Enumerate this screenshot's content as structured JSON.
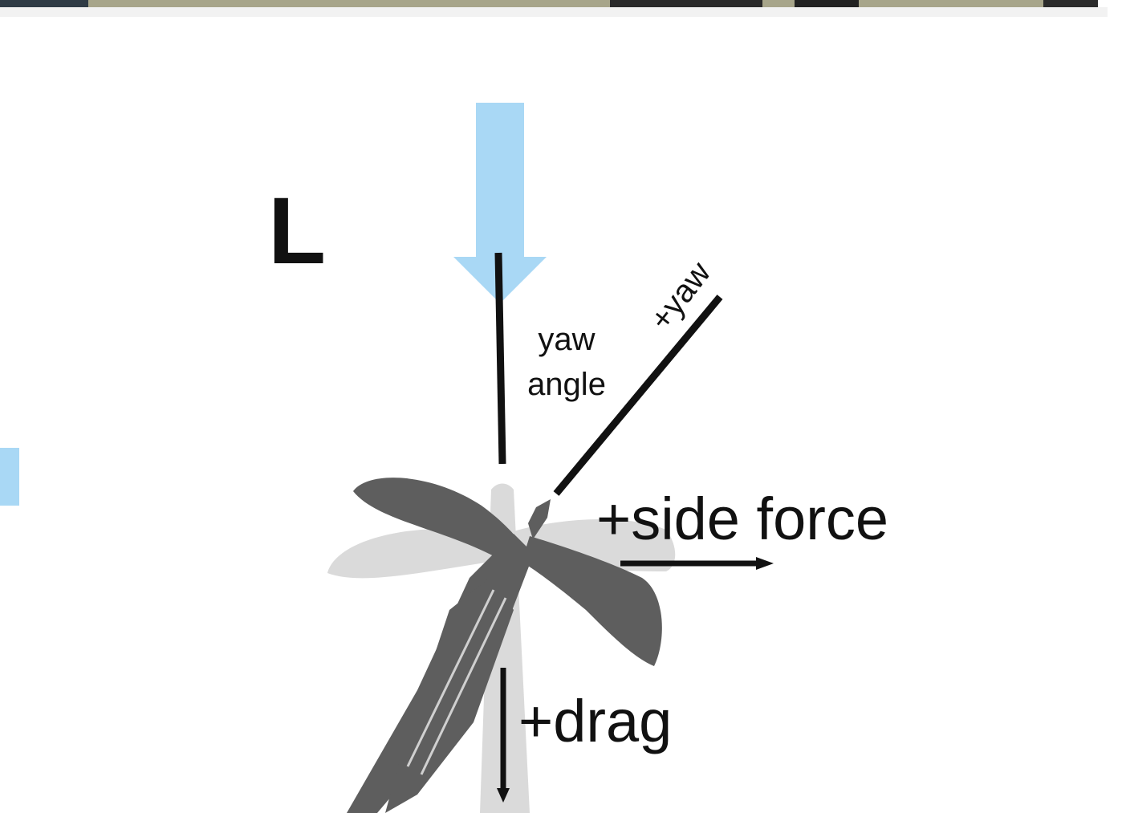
{
  "panel": {
    "label": "L"
  },
  "labels": {
    "yaw_angle_line1": "yaw",
    "yaw_angle_line2": "angle",
    "plus_yaw": "+yaw",
    "side_force": "+side force",
    "drag": "+drag"
  },
  "colors": {
    "flow_arrow": "#a9d8f5",
    "ink": "#111111",
    "model_dark": "#5e5e5e",
    "model_light": "#d4d4d4"
  }
}
